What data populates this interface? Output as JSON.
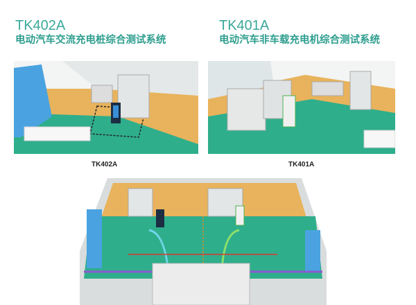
{
  "left_system": {
    "model": "TK402A",
    "title": "电动汽车交流充电桩综合测试系统",
    "caption": "TK402A"
  },
  "right_system": {
    "model": "TK401A",
    "title": "电动汽车非车载充电机综合测试系统",
    "caption": "TK401A"
  },
  "colors": {
    "title_teal": "#2e9e8f",
    "floor_green": "#2fae8c",
    "floor_orange": "#e8b35c",
    "wall": "#e9ecec",
    "shelf_blue": "#4aa3e0"
  }
}
